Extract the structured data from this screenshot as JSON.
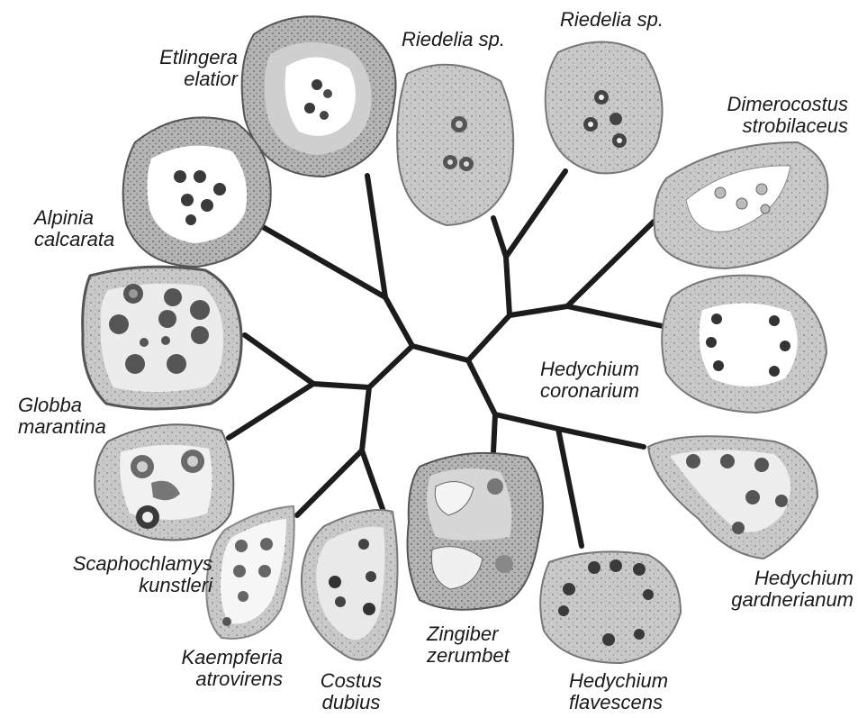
{
  "figure": {
    "colors": {
      "branch": "#1c1c1c",
      "tissue_light": "#d8d8d8",
      "tissue_mid": "#a9a9a9",
      "tissue_dark": "#4a4a4a",
      "lumen": "#ffffff"
    },
    "taxa": [
      {
        "id": "etlingera",
        "line1": "Etlingera",
        "line2": "elatior"
      },
      {
        "id": "riedelia-1",
        "line1": "Riedelia sp.",
        "line2": ""
      },
      {
        "id": "riedelia-2",
        "line1": "Riedelia sp.",
        "line2": ""
      },
      {
        "id": "dimerocostus",
        "line1": "Dimerocostus",
        "line2": "strobilaceus"
      },
      {
        "id": "alpinia",
        "line1": "Alpinia",
        "line2": "calcarata"
      },
      {
        "id": "hedychium-coronarium",
        "line1": "Hedychium",
        "line2": "coronarium"
      },
      {
        "id": "globba",
        "line1": "Globba",
        "line2": "marantina"
      },
      {
        "id": "scaphochlamys",
        "line1": "Scaphochlamys",
        "line2": "kunstleri"
      },
      {
        "id": "hedychium-gardnerianum",
        "line1": "Hedychium",
        "line2": "gardnerianum"
      },
      {
        "id": "kaempferia",
        "line1": "Kaempferia",
        "line2": "atrovirens"
      },
      {
        "id": "costus",
        "line1": "Costus",
        "line2": "dubius"
      },
      {
        "id": "zingiber",
        "line1": "Zingiber",
        "line2": "zerumbet"
      },
      {
        "id": "hedychium-flavescens",
        "line1": "Hedychium",
        "line2": "flavescens"
      }
    ]
  }
}
